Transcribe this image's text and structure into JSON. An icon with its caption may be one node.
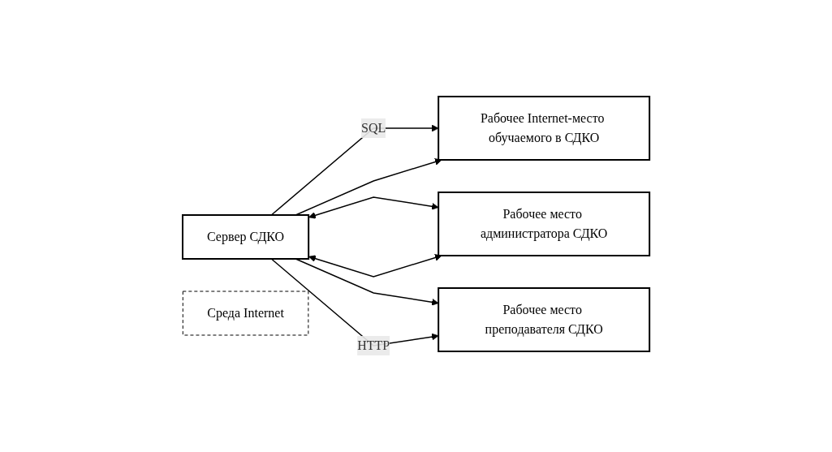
{
  "diagram": {
    "nodes": [
      {
        "text": [
          "Сервер СДКО"
        ]
      },
      {
        "text": [
          "Среда Internet"
        ]
      },
      {
        "text": [
          "Рабочее Internet-место обучаемого в СДКО"
        ]
      },
      {
        "text": [
          "Рабочее место администратора СДКО"
        ]
      },
      {
        "text": [
          "Рабочее место преподавателя СДКО"
        ]
      }
    ],
    "edges": [
      {
        "from": 0,
        "to": 2,
        "arrow": "to",
        "label": "SQL"
      },
      {
        "from": 0,
        "to": 3,
        "arrow": "both"
      },
      {
        "from": 0,
        "to": 4,
        "arrow": "to"
      },
      {
        "from": 0,
        "to": 2,
        "arrow": "to"
      },
      {
        "from": 0,
        "to": 3,
        "arrow": "both"
      },
      {
        "from": 0,
        "to": 4,
        "arrow": "to",
        "label": "HTTP"
      }
    ]
  }
}
